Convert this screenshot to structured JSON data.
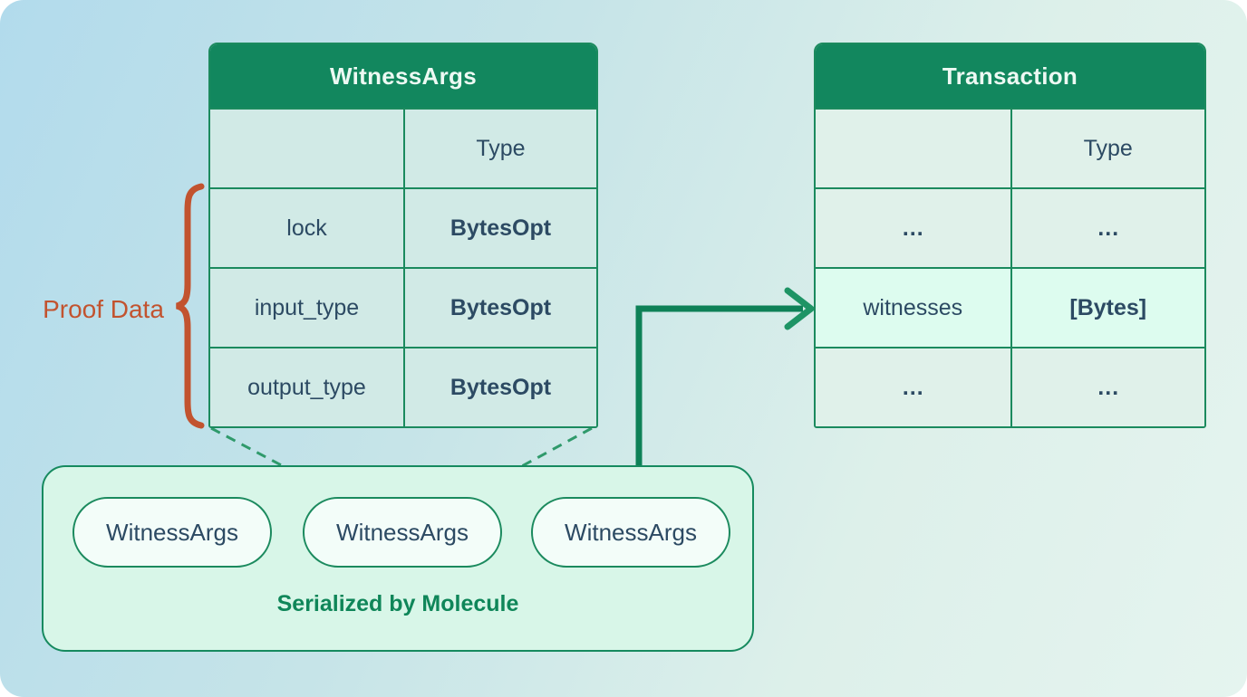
{
  "colors": {
    "header_green": "#12875e",
    "border_green": "#1b8a5e",
    "arrow_green": "#0e8157",
    "dashed_green": "#2f9a6b",
    "text_dark": "#2c4a63",
    "label_orange": "#c2532f",
    "caption_green": "#0f8659",
    "highlight_row_mint": "#ddfcef",
    "background_blue": "#b2dbec",
    "background_mint": "#e5f4ef"
  },
  "witness_args_table": {
    "title": "WitnessArgs",
    "columns": {
      "field": "",
      "type": "Type"
    },
    "rows": [
      {
        "field": "lock",
        "type": "BytesOpt"
      },
      {
        "field": "input_type",
        "type": "BytesOpt"
      },
      {
        "field": "output_type",
        "type": "BytesOpt"
      }
    ]
  },
  "transaction_table": {
    "title": "Transaction",
    "columns": {
      "field": "",
      "type": "Type"
    },
    "rows": [
      {
        "field": "…",
        "type": "…"
      },
      {
        "field": "witnesses",
        "type": "[Bytes]"
      },
      {
        "field": "…",
        "type": "…"
      }
    ]
  },
  "labels": {
    "proof_data": "Proof Data",
    "serialized_caption": "Serialized by Molecule"
  },
  "serialized_box": {
    "pills": [
      "WitnessArgs",
      "WitnessArgs",
      "WitnessArgs"
    ]
  }
}
